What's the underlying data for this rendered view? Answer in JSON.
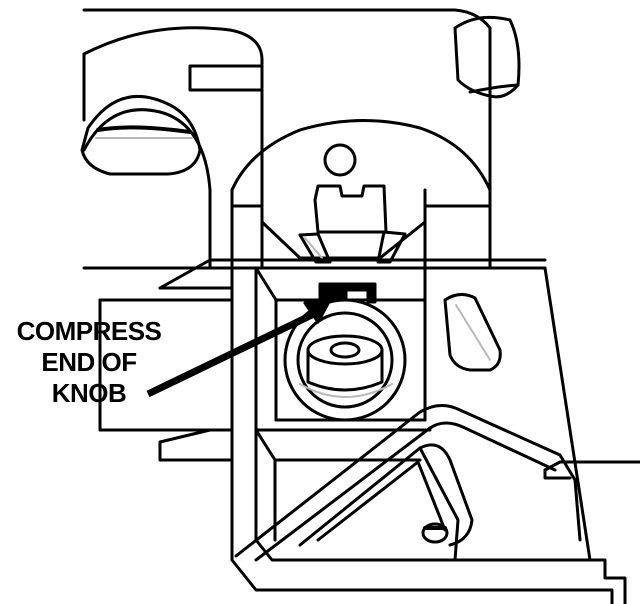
{
  "callout": {
    "lines": [
      "COMPRESS",
      "END OF",
      "KNOB"
    ]
  },
  "colors": {
    "ink": "#000000",
    "paper": "#ffffff",
    "shade": "#b8b8b8"
  }
}
